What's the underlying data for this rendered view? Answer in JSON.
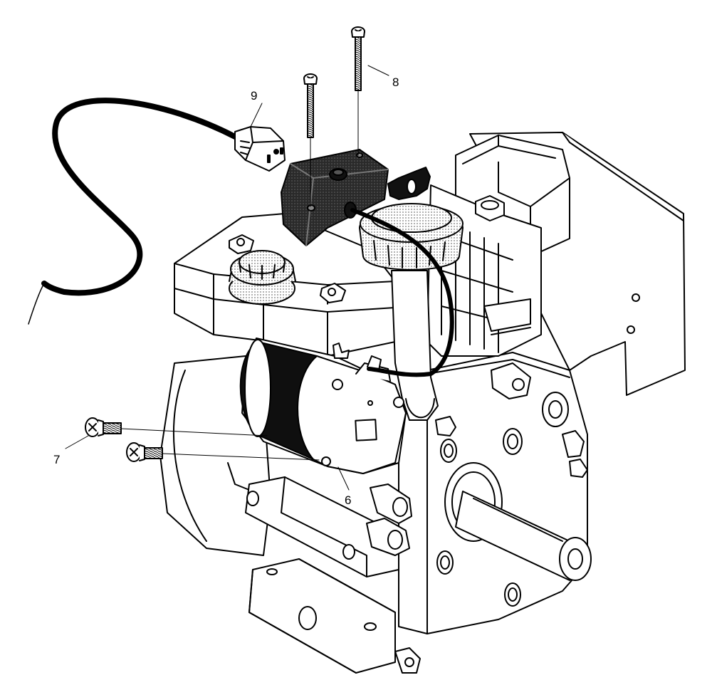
{
  "callouts": {
    "six": "6",
    "seven": "7",
    "eight": "8",
    "nine": "9"
  },
  "colors": {
    "ink": "#000000",
    "paper": "#ffffff",
    "stipple": "#bdbdbd",
    "dark_part": "#1a1a1a"
  }
}
